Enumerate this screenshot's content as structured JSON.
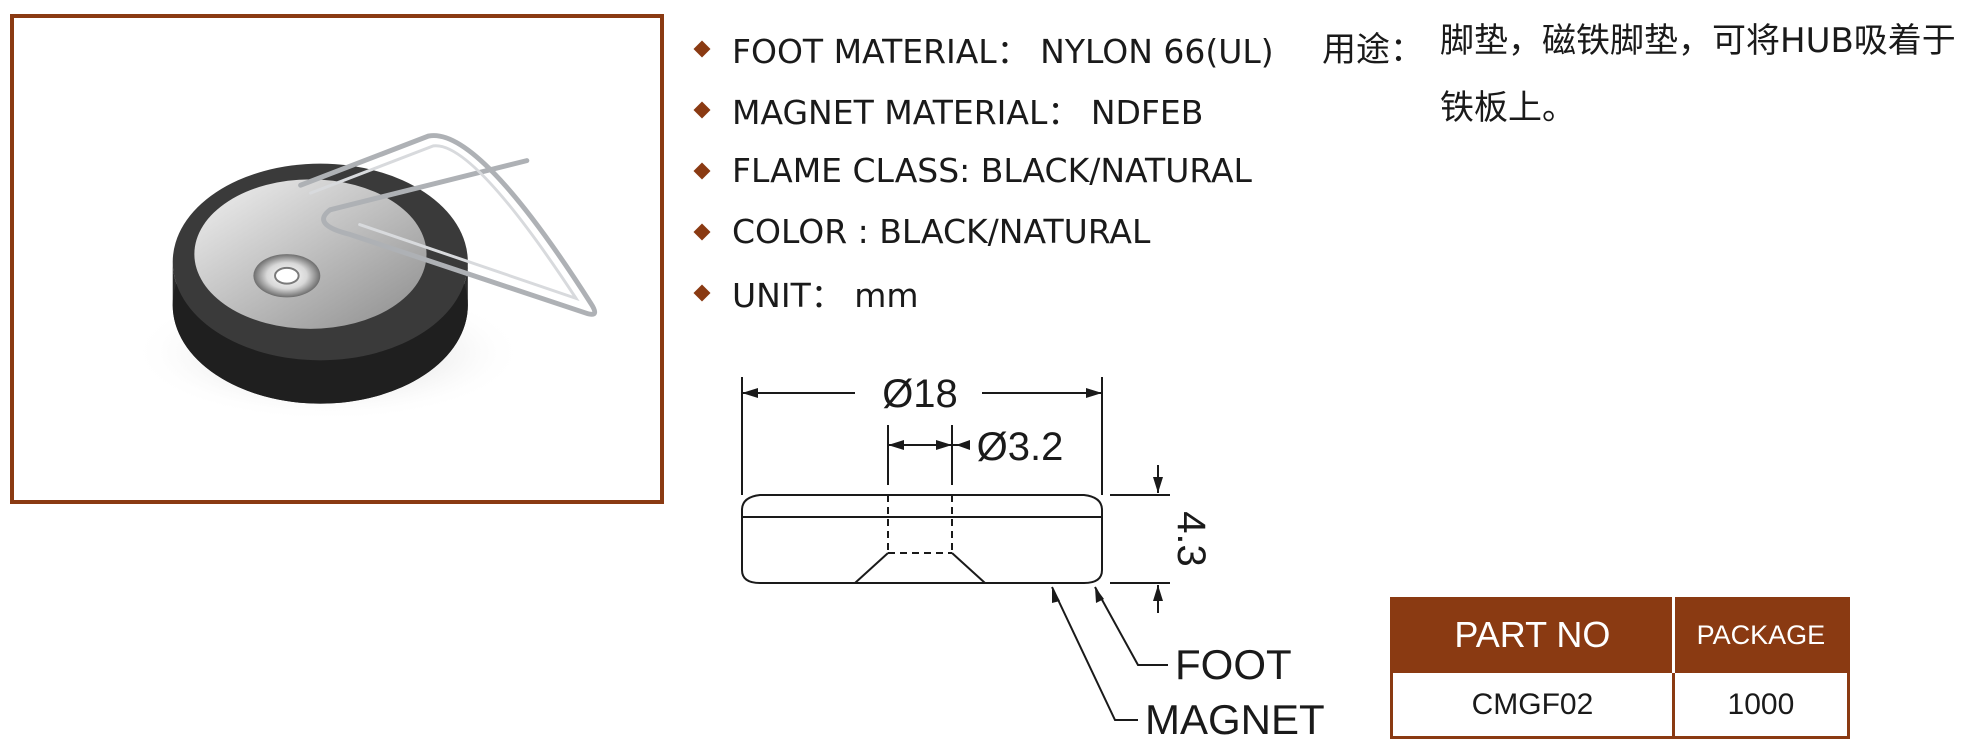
{
  "specs": [
    {
      "text": "FOOT MATERIAL： NYLON 66(UL)"
    },
    {
      "text": "MAGNET MATERIAL： NDFEB"
    },
    {
      "text": "FLAME CLASS: BLACK/NATURAL"
    },
    {
      "text": "COLOR : BLACK/NATURAL"
    },
    {
      "text": "UNIT： mm"
    }
  ],
  "usage": {
    "label": "用途：",
    "text": "脚垫，磁铁脚垫，可将HUB吸着于铁板上。"
  },
  "drawing": {
    "outer_diameter": "Ø18",
    "hole_diameter": "Ø3.2",
    "height": "4.3",
    "foot_label": "FOOT",
    "magnet_label": "MAGNET"
  },
  "table": {
    "headers": [
      "PART NO",
      "PACKAGE"
    ],
    "row": [
      "CMGF02",
      "1000"
    ]
  },
  "colors": {
    "accent": "#8a3a12"
  }
}
